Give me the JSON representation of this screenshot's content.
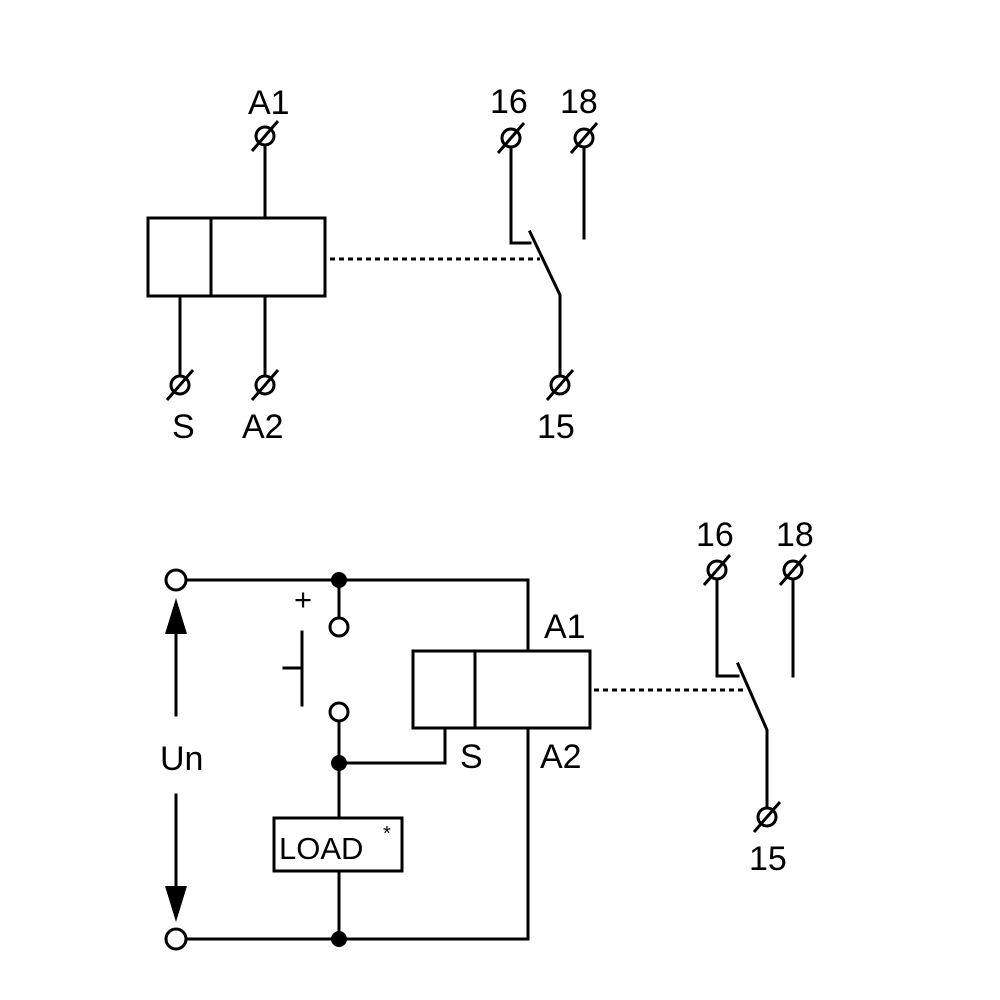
{
  "top_diagram": {
    "terminals": {
      "a1": "A1",
      "s": "S",
      "a2": "A2",
      "c16": "16",
      "c18": "18",
      "c15": "15"
    }
  },
  "bottom_diagram": {
    "terminals": {
      "a1": "A1",
      "s": "S",
      "a2": "A2",
      "c16": "16",
      "c18": "18",
      "c15": "15"
    },
    "supply_label": "Un",
    "plus_label": "+",
    "load_label": "LOAD",
    "load_footnote": "*"
  }
}
